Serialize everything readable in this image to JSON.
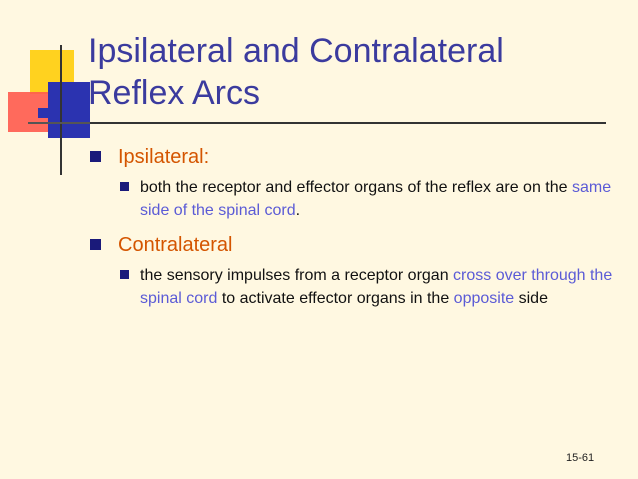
{
  "slide": {
    "title_line1": "Ipsilateral and Contralateral",
    "title_line2": "Reflex Arcs",
    "bullet1": {
      "heading": "Ipsilateral:",
      "sub": {
        "part1": "both the receptor and effector organs of the reflex are on the ",
        "highlight": "same side of the spinal cord",
        "part2": "."
      }
    },
    "bullet2": {
      "heading": "Contralateral",
      "sub": {
        "part1": "the sensory impulses from a receptor organ ",
        "highlight1": "cross over through the spinal cord",
        "part2": " to activate effector organs in the ",
        "highlight2": "opposite",
        "part3": " side"
      }
    },
    "page_number": "15-61"
  },
  "colors": {
    "title": "#3b3b9e",
    "heading": "#d45500",
    "highlight": "#5b5bd6",
    "background": "#fff8e1"
  }
}
